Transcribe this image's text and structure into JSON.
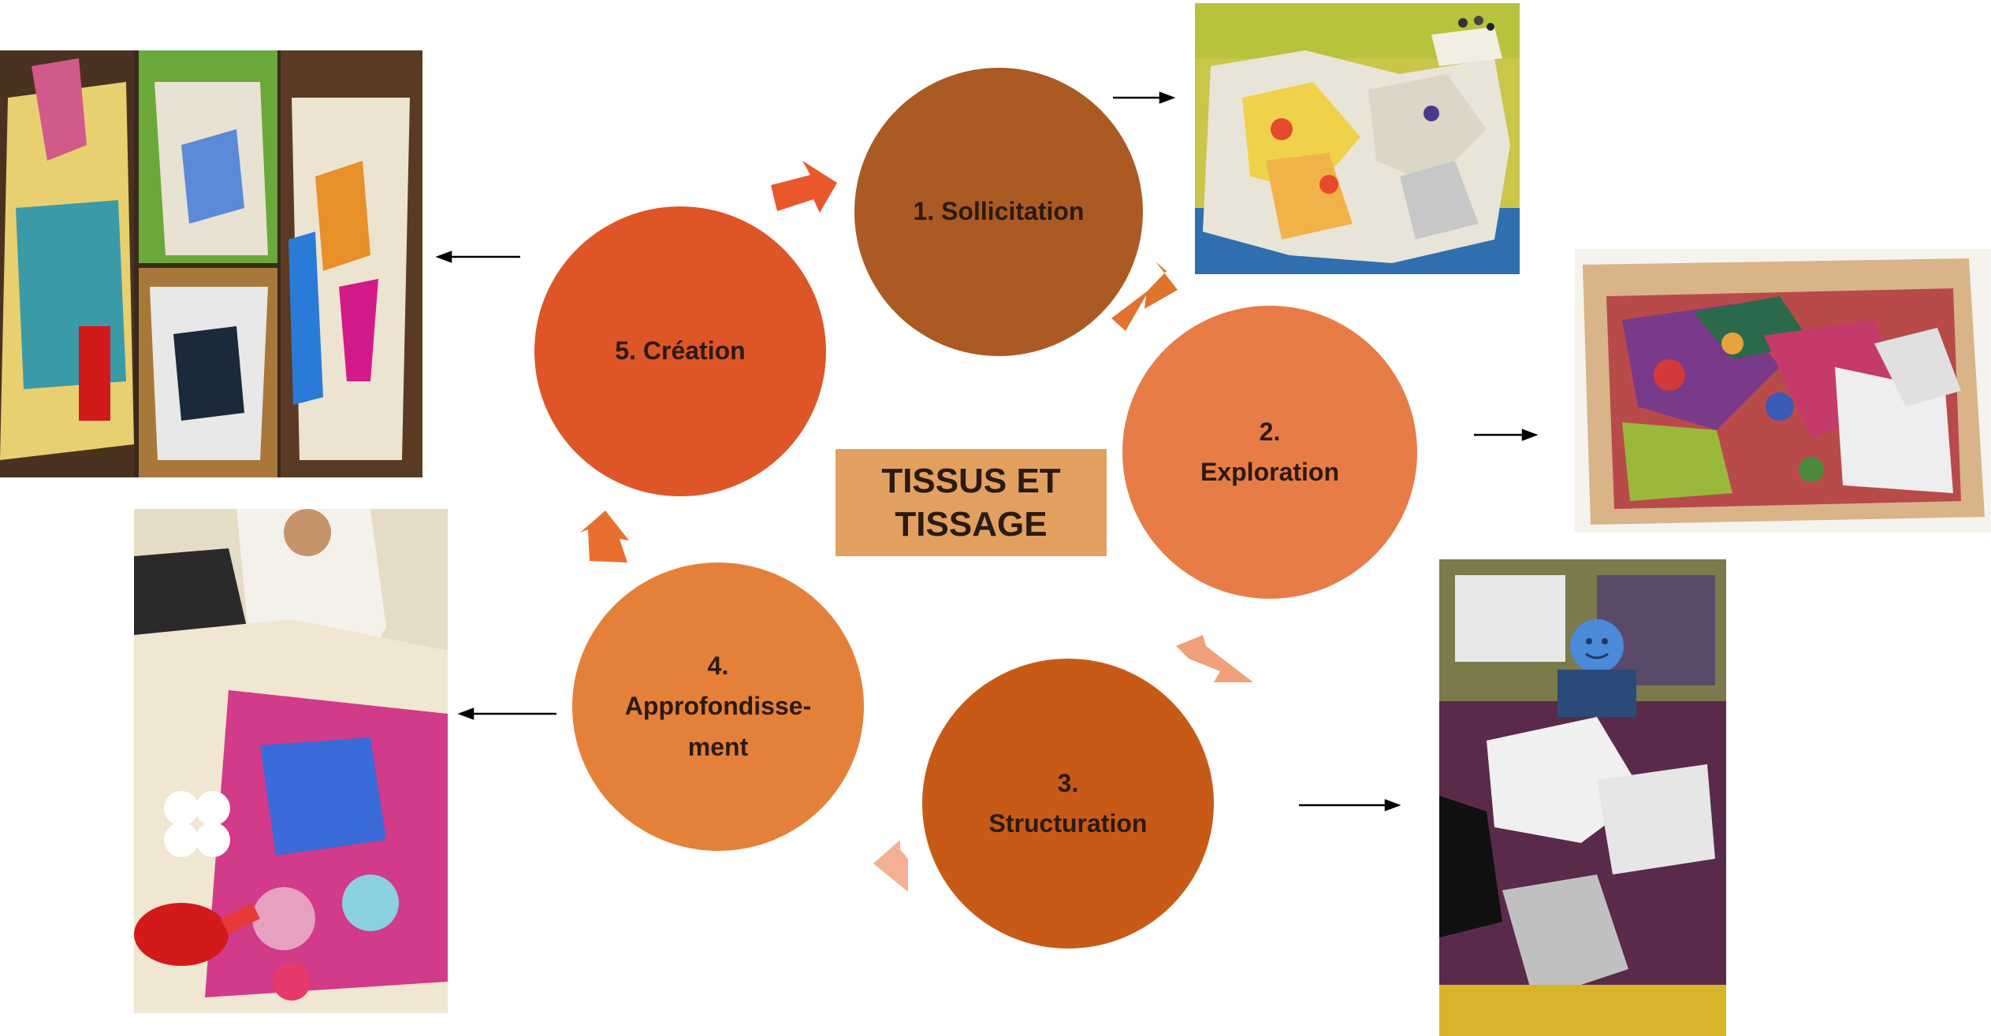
{
  "title_box": {
    "line1": "TISSUS ET",
    "line2": "TISSAGE",
    "color": "#E2A060"
  },
  "steps": [
    {
      "line1": "1. Sollicitation",
      "line2": "",
      "line3": "",
      "color": "#AB5A24"
    },
    {
      "line1": "2.",
      "line2": "Exploration",
      "line3": "",
      "color": "#E87C46"
    },
    {
      "line1": "3.",
      "line2": "Structuration",
      "line3": "",
      "color": "#C85A18"
    },
    {
      "line1": "4.",
      "line2": "Approfondisse-",
      "line3": "ment",
      "color": "#E5803A"
    },
    {
      "line1": "5. Création",
      "line2": "",
      "line3": "",
      "color": "#DE5528"
    }
  ],
  "cycle_arrow_colors": [
    "#E8582A",
    "#E0742E",
    "#F0A07A",
    "#F4B092",
    "#E8702E"
  ],
  "photos": [
    {
      "name": "photo-fabric-scraps",
      "subject": "pile of fabric scraps on table"
    },
    {
      "name": "photo-yarn-box",
      "subject": "box of colorful yarn"
    },
    {
      "name": "photo-child-weaving",
      "subject": "children working on fabric at table"
    },
    {
      "name": "photo-children-crafting",
      "subject": "children assembling fabric pieces"
    },
    {
      "name": "photo-finished-garments",
      "subject": "decorated garments on hangers"
    }
  ]
}
